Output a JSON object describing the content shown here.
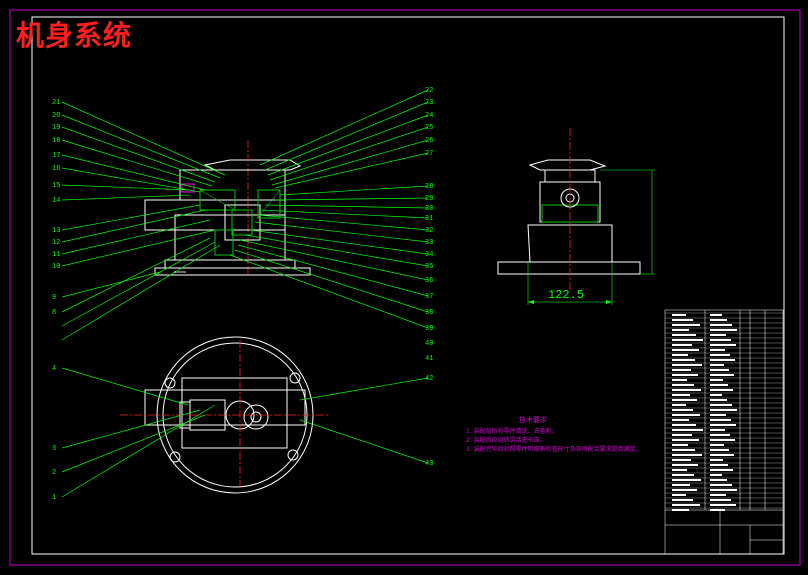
{
  "title": "机身系统",
  "dimension": "122.5",
  "requirements": {
    "heading": "技术要求",
    "items": [
      "1. 装配前所有零件清洗、去毛刺。",
      "2. 装配后应运转灵活无卡滞。",
      "3. 装配完毕后对照零件明细表检查尺寸及各项配合要求是否满足。"
    ]
  },
  "callouts_left_top": [
    "21",
    "20",
    "19",
    "18",
    "17",
    "16",
    "15",
    "14",
    "13",
    "12",
    "11",
    "10",
    "9",
    "8"
  ],
  "callouts_right_top": [
    "22",
    "23",
    "24",
    "25",
    "26",
    "27",
    "28",
    "29",
    "30",
    "31",
    "32",
    "33",
    "34",
    "35",
    "36",
    "37",
    "38",
    "39",
    "40",
    "41"
  ],
  "callouts_left_bottom": [
    "4",
    "3",
    "2",
    "1"
  ],
  "callouts_right_bottom": [
    "42",
    "43"
  ],
  "colors": {
    "background": "#000000",
    "border": "#c800c8",
    "outline": "#ffffff",
    "leader": "#00ff00",
    "hatch": "#00c800",
    "centerline": "#ff2020",
    "title": "#ff1e1e",
    "note": "#d400d4",
    "highlight": "#ff00ff"
  }
}
